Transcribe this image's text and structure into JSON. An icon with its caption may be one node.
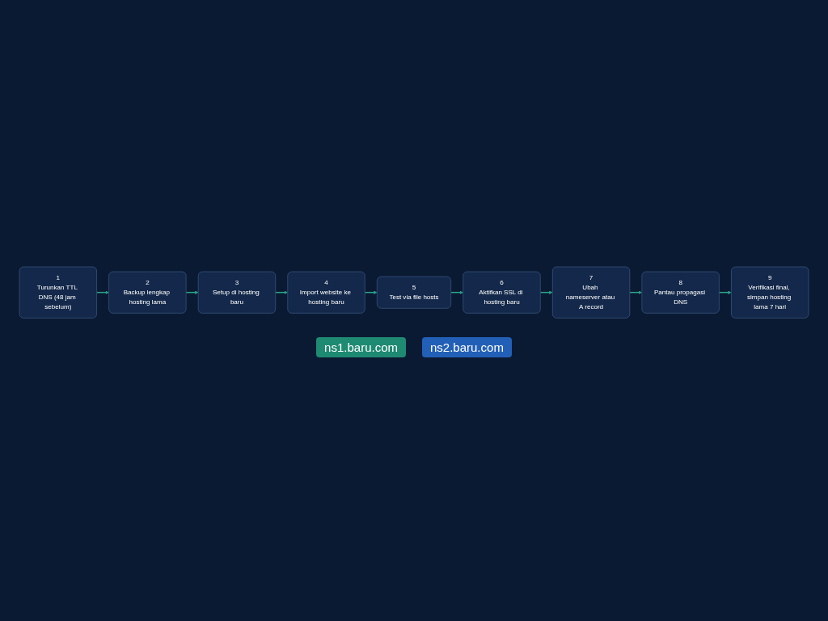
{
  "diagram": {
    "nodes": [
      {
        "text": [
          "1",
          "Turunkan TTL DNS (48 jam sebelum)"
        ]
      },
      {
        "text": [
          "2",
          "Backup lengkap hosting lama"
        ]
      },
      {
        "text": [
          "3",
          "Setup di hosting baru"
        ]
      },
      {
        "text": [
          "4",
          "Import website ke hosting baru"
        ]
      },
      {
        "text": [
          "5",
          "Test via file hosts"
        ]
      },
      {
        "text": [
          "6",
          "Aktifkan SSL di hosting baru"
        ]
      },
      {
        "text": [
          "7",
          "Ubah nameserver atau A record"
        ]
      },
      {
        "text": [
          "8",
          "Pantau propagasi DNS"
        ]
      },
      {
        "text": [
          "9",
          "Verifikasi final, simpan hosting lama 7 hari"
        ]
      }
    ],
    "edges": [
      {
        "from": 0,
        "to": 1,
        "arrow": "to"
      },
      {
        "from": 1,
        "to": 2,
        "arrow": "to"
      },
      {
        "from": 2,
        "to": 3,
        "arrow": "to"
      },
      {
        "from": 3,
        "to": 4,
        "arrow": "to"
      },
      {
        "from": 4,
        "to": 5,
        "arrow": "to"
      },
      {
        "from": 5,
        "to": 6,
        "arrow": "to"
      },
      {
        "from": 6,
        "to": 7,
        "arrow": "to"
      },
      {
        "from": 7,
        "to": 8,
        "arrow": "to"
      }
    ],
    "labels": [
      "ns1.baru.com",
      "ns2.baru.com"
    ]
  }
}
